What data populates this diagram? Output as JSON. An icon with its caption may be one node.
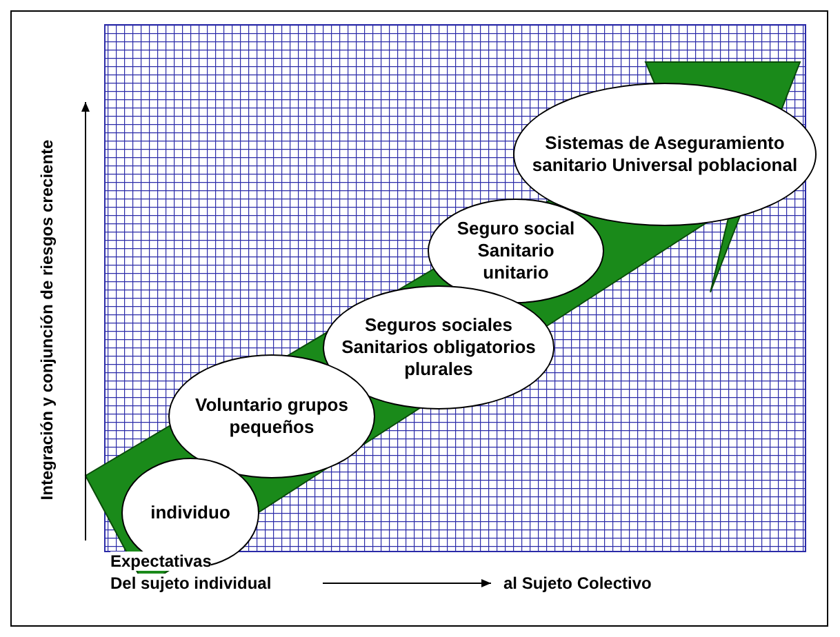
{
  "diagram": {
    "nodes": [
      {
        "text": [
          "individuo"
        ]
      },
      {
        "text": [
          "Voluntario grupos pequeños"
        ]
      },
      {
        "text": [
          "Seguros sociales Sanitarios obligatorios plurales"
        ]
      },
      {
        "text": [
          "Seguro social Sanitario unitario"
        ]
      },
      {
        "text": [
          "Sistemas de Aseguramiento sanitario Universal poblacional"
        ]
      }
    ],
    "edges": [],
    "labels": [
      "Integración y conjunción de riesgos creciente",
      "Expectativas",
      "Del sujeto individual",
      "al Sujeto Colectivo"
    ]
  }
}
